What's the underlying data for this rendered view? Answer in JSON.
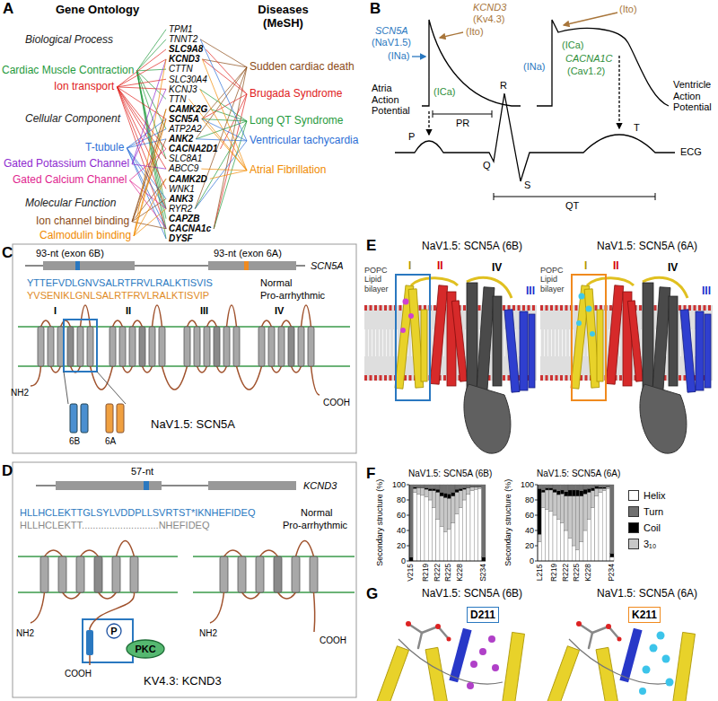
{
  "diagram": {
    "nodes": [
      {
        "text": [
          "P"
        ]
      },
      {
        "text": [
          "PKC"
        ]
      },
      {
        "text": [
          "D211"
        ]
      },
      {
        "text": [
          "K211"
        ]
      }
    ],
    "labels": [
      "A",
      "Gene Ontology",
      "Diseases (MeSH)",
      "Biological Process",
      "Cardiac Muscle Contraction",
      "Ion transport",
      "Cellular Component",
      "T-tubule",
      "Gated Potassium Channel",
      "Gated Calcium Channel",
      "Molecular Function",
      "Ion channel binding",
      "Calmodulin binding",
      "TPM1",
      "TNNT2",
      "SLC9A8",
      "KCND3",
      "CTTN",
      "SLC30A4",
      "KCNJ3",
      "TTN",
      "CAMK2G",
      "SCN5A",
      "ATP2A2",
      "ANK2",
      "CACNA2D1",
      "SLC8A1",
      "ABCC9",
      "CAMK2D",
      "WNK1",
      "ANK3",
      "RYR2",
      "CAPZB",
      "CACNA1c",
      "DYSF",
      "Sudden cardiac death",
      "Brugada Syndrome",
      "Long QT Syndrome",
      "Ventricular tachycardia",
      "Atrial Fibrillation",
      "B",
      "KCND3",
      "(Kv4.3)",
      "(Ito)",
      "(Ito)",
      "SCN5A",
      "(NaV1.5)",
      "(INa)",
      "(ICa)",
      "(INa)",
      "(ICa)",
      "CACNA1C",
      "(Cav1.2)",
      "Atria Action Potential",
      "Ventricle Action Potential",
      "R",
      "PR",
      "P",
      "T",
      "Q",
      "S",
      "ECG",
      "QT",
      "C",
      "93-nt (exon 6B)",
      "93-nt (exon 6A)",
      "SCN5A",
      "YTTEFVDLGNVSALRTFRVLRALKTISVIS",
      "Normal",
      "YVSENIKLGNLSALRTFRVLRALKTISVIP",
      "Pro-arrhythmic",
      "I",
      "II",
      "III",
      "IV",
      "NH2",
      "COOH",
      "6B",
      "6A",
      "NaV1.5: SCN5A",
      "D",
      "57-nt",
      "KCND3",
      "HLLHCLEKTTGLSYLVDDPLLSVRTST*IKNHEFIDEQ",
      "Normal",
      "HLLHCLEKTT............................NHEFIDEQ",
      "Pro-arrhythmic",
      "NH2",
      "COOH",
      "NH2",
      "COOH",
      "KV4.3: KCND3",
      "E",
      "NaV1.5: SCN5A (6B)",
      "NaV1.5: SCN5A (6A)",
      "POPC Lipid bilayer",
      "I",
      "II",
      "IV",
      "III",
      "POPC Lipid bilayer",
      "I",
      "II",
      "IV",
      "III",
      "F",
      "NaV1.5: SCN5A (6B)",
      "NaV1.5: SCN5A (6A)",
      "Secondary structure (%)",
      "100",
      "80",
      "60",
      "40",
      "20",
      "0",
      "V215",
      "R219",
      "R222",
      "R225",
      "K228",
      "S234",
      "Secondary structure (%)",
      "100",
      "80",
      "60",
      "40",
      "20",
      "0",
      "L215",
      "R219",
      "R222",
      "R225",
      "K228",
      "P234",
      "G",
      "NaV1.5: SCN5A (6B)",
      "NaV1.5: SCN5A (6A)"
    ],
    "legend": [
      {
        "text": "Helix",
        "color": "#ffffff"
      },
      {
        "text": "Turn",
        "color": "#707070"
      },
      {
        "text": "Coil",
        "color": "#000000"
      },
      {
        "text": "3₁₀",
        "color": "#c8c8c8"
      }
    ]
  }
}
